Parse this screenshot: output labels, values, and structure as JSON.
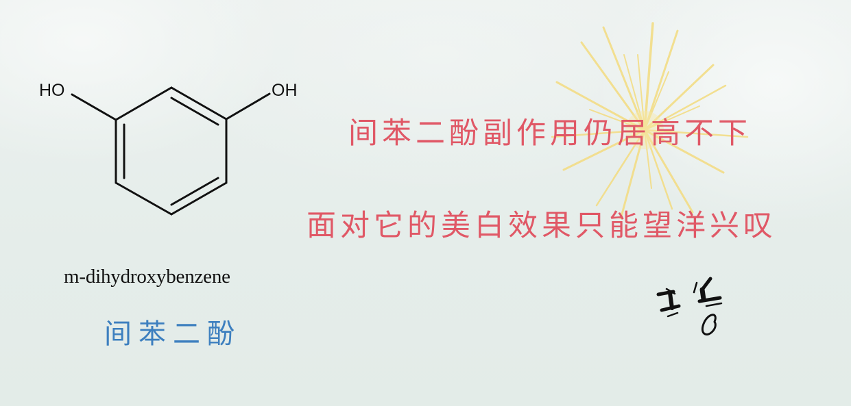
{
  "molecule": {
    "left_substituent": "HO",
    "right_substituent": "OH",
    "english_name": "m-dihydroxybenzene",
    "chinese_name": "间苯二酚",
    "bond_color": "#111111"
  },
  "headlines": {
    "line1": "间苯二酚副作用仍居高不下",
    "line2": "面对它的美白效果只能望洋兴叹",
    "color": "#e05866"
  },
  "decorations": {
    "sparkle": "sparkle-burst-icon",
    "sparkle_color": "#f3dd86",
    "doodle": "handwritten-sigh-doodle",
    "doodle_color": "#111111"
  },
  "colors": {
    "background": "#e6eeeb",
    "chinese_name": "#3d7fbf"
  }
}
